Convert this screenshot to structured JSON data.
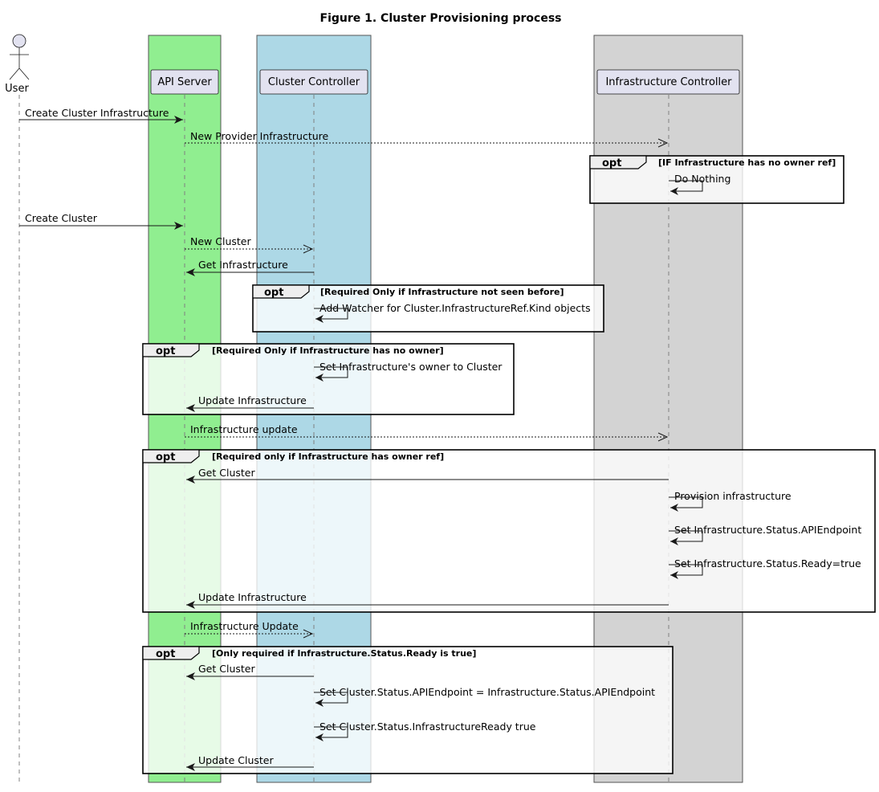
{
  "title": "Figure 1. Cluster Provisioning process",
  "colors": {
    "api_box": "#90EE90",
    "cluster_box": "#ADD8E6",
    "infra_box": "#D3D3D3",
    "participant_fill": "#E2E2F0",
    "frame_tab": "#EEEEEE"
  },
  "actor": {
    "label": "User",
    "icon": "stick-figure-icon"
  },
  "participants": [
    {
      "id": "api",
      "label": "API Server"
    },
    {
      "id": "cc",
      "label": "Cluster Controller"
    },
    {
      "id": "ic",
      "label": "Infrastructure Controller"
    }
  ],
  "messages": [
    {
      "from": "user",
      "to": "api",
      "label": "Create Cluster Infrastructure",
      "style": "solid"
    },
    {
      "from": "api",
      "to": "ic",
      "label": "New Provider Infrastructure",
      "style": "dashed"
    },
    {
      "from": "ic",
      "to": "ic",
      "label": "Do Nothing",
      "style": "self"
    },
    {
      "from": "user",
      "to": "api",
      "label": "Create Cluster",
      "style": "solid"
    },
    {
      "from": "api",
      "to": "cc",
      "label": "New Cluster",
      "style": "dashed"
    },
    {
      "from": "cc",
      "to": "api",
      "label": "Get Infrastructure",
      "style": "solid"
    },
    {
      "from": "cc",
      "to": "cc",
      "label": "Add Watcher for Cluster.InfrastructureRef.Kind objects",
      "style": "self"
    },
    {
      "from": "cc",
      "to": "cc",
      "label": "Set Infrastructure's owner to Cluster",
      "style": "self"
    },
    {
      "from": "cc",
      "to": "api",
      "label": "Update Infrastructure",
      "style": "solid"
    },
    {
      "from": "api",
      "to": "ic",
      "label": "Infrastructure update",
      "style": "dashed"
    },
    {
      "from": "ic",
      "to": "api",
      "label": "Get Cluster",
      "style": "solid"
    },
    {
      "from": "ic",
      "to": "ic",
      "label": "Provision infrastructure",
      "style": "self"
    },
    {
      "from": "ic",
      "to": "ic",
      "label": "Set Infrastructure.Status.APIEndpoint",
      "style": "self"
    },
    {
      "from": "ic",
      "to": "ic",
      "label": "Set Infrastructure.Status.Ready=true",
      "style": "self"
    },
    {
      "from": "ic",
      "to": "api",
      "label": "Update Infrastructure",
      "style": "solid"
    },
    {
      "from": "api",
      "to": "cc",
      "label": "Infrastructure Update",
      "style": "dashed"
    },
    {
      "from": "cc",
      "to": "api",
      "label": "Get Cluster",
      "style": "solid"
    },
    {
      "from": "cc",
      "to": "cc",
      "label": "Set Cluster.Status.APIEndpoint = Infrastructure.Status.APIEndpoint",
      "style": "self"
    },
    {
      "from": "cc",
      "to": "cc",
      "label": "Set Cluster.Status.InfrastructureReady true",
      "style": "self"
    },
    {
      "from": "cc",
      "to": "api",
      "label": "Update Cluster",
      "style": "solid"
    }
  ],
  "fragments": [
    {
      "keyword": "opt",
      "condition": "[IF Infrastructure has no owner ref]"
    },
    {
      "keyword": "opt",
      "condition": "[Required Only if Infrastructure not seen before]"
    },
    {
      "keyword": "opt",
      "condition": "[Required Only if Infrastructure has no owner]"
    },
    {
      "keyword": "opt",
      "condition": "[Required only if Infrastructure has owner ref]"
    },
    {
      "keyword": "opt",
      "condition": "[Only required if Infrastructure.Status.Ready is true]"
    }
  ]
}
